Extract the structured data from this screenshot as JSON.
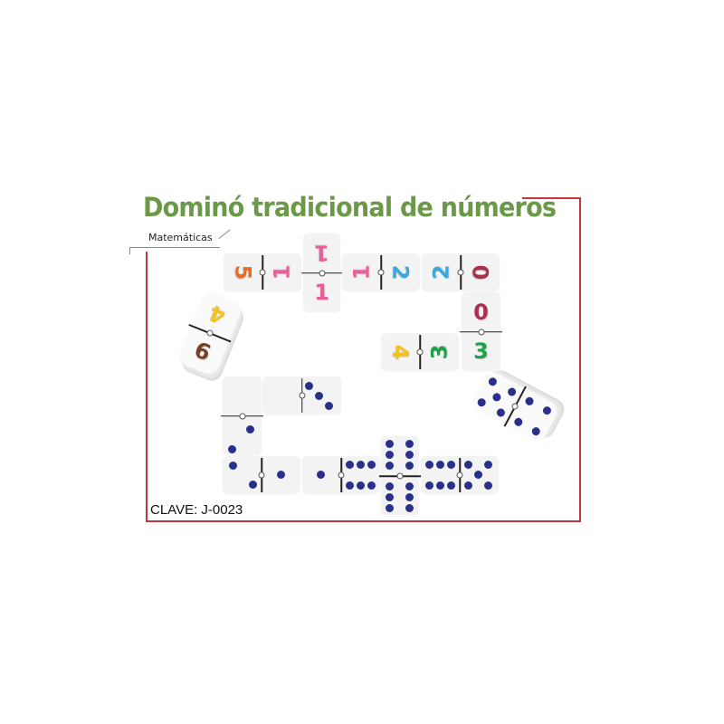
{
  "header": {
    "title": "Dominó tradicional de números",
    "subject": "Matemáticas"
  },
  "footer": {
    "code": "CLAVE: J-0023"
  },
  "colors": {
    "title": "#6a9a48",
    "frame": "#c1363c",
    "dot": "#28308a",
    "tile": "#f3f3f3",
    "num_0": "#a8324d",
    "num_1": "#e8609a",
    "num_2": "#3aa6dc",
    "num_3": "#1fa34a",
    "num_4": "#f5c21b",
    "num_5": "#ef6a22",
    "num_6": "#7a3f24"
  },
  "numeric_dominoes": [
    {
      "a": "5",
      "b": "1"
    },
    {
      "a": "1",
      "b": "1"
    },
    {
      "a": "1",
      "b": "2"
    },
    {
      "a": "2",
      "b": "0"
    },
    {
      "a": "0",
      "b": "3"
    },
    {
      "a": "4",
      "b": "3"
    },
    {
      "a": "4",
      "b": "6"
    }
  ],
  "dot_dominoes": [
    {
      "a": 0,
      "b": 3
    },
    {
      "a": 0,
      "b": 2
    },
    {
      "a": 2,
      "b": 1
    },
    {
      "a": 1,
      "b": 6
    },
    {
      "a": 6,
      "b": 6
    },
    {
      "a": 6,
      "b": 5
    },
    {
      "a": 5,
      "b": 4
    }
  ]
}
